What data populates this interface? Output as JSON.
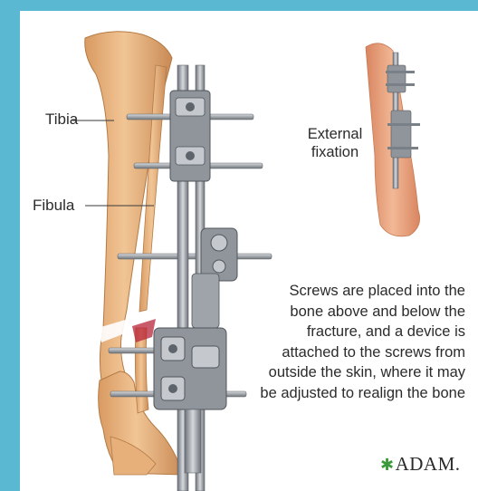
{
  "labels": {
    "tibia": "Tibia",
    "fibula": "Fibula",
    "external_fixation_line1": "External",
    "external_fixation_line2": "fixation"
  },
  "caption": {
    "lines": [
      "Screws are placed into the",
      "bone above and below the",
      "fracture, and a device is",
      "attached to the screws from",
      "outside the skin, where it may",
      "be adjusted to realign the bone"
    ]
  },
  "logo": {
    "mark": "✱",
    "text": "ADAM."
  },
  "colors": {
    "frame": "#5bb8d2",
    "bone": "#e9b27e",
    "bone_shadow": "#c98a55",
    "metal": "#9aa0a6",
    "metal_dark": "#5e646b",
    "skin": "#eaa27c",
    "fracture": "#b8243a"
  }
}
